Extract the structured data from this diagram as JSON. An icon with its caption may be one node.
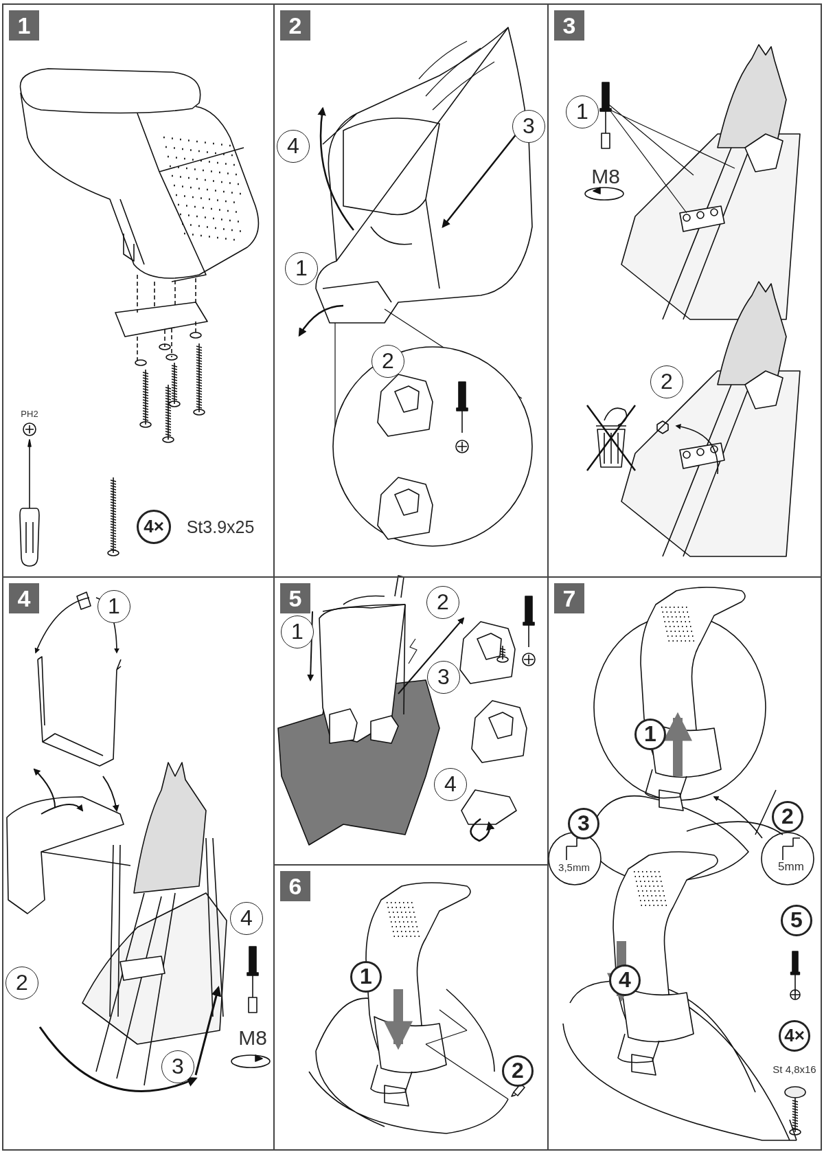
{
  "diagram": {
    "nodes": [
      {
        "text": [
          "1"
        ]
      },
      {
        "text": [
          "4×"
        ],
        "in": 0
      },
      {
        "text": [
          "2"
        ]
      },
      {
        "text": [
          "1"
        ],
        "in": 2
      },
      {
        "text": [
          "2"
        ],
        "in": 2
      },
      {
        "text": [
          "3"
        ],
        "in": 2
      },
      {
        "text": [
          "4"
        ],
        "in": 2
      },
      {
        "text": [
          "3"
        ]
      },
      {
        "text": [
          "1"
        ],
        "in": 7
      },
      {
        "text": [
          "2"
        ],
        "in": 7
      },
      {
        "text": [
          "4"
        ]
      },
      {
        "text": [
          "1"
        ],
        "in": 10
      },
      {
        "text": [
          "2"
        ],
        "in": 10
      },
      {
        "text": [
          "3"
        ],
        "in": 10
      },
      {
        "text": [
          "4"
        ],
        "in": 10
      },
      {
        "text": [
          "5"
        ]
      },
      {
        "text": [
          "1"
        ],
        "in": 15
      },
      {
        "text": [
          "2"
        ],
        "in": 15
      },
      {
        "text": [
          "3"
        ],
        "in": 15
      },
      {
        "text": [
          "4"
        ],
        "in": 15
      },
      {
        "text": [
          "7"
        ]
      },
      {
        "text": [
          "1"
        ],
        "in": 20
      },
      {
        "text": [
          "2"
        ],
        "in": 20
      },
      {
        "text": [
          "3"
        ],
        "in": 20
      },
      {
        "text": [
          "4"
        ],
        "in": 20
      },
      {
        "text": [
          "5"
        ],
        "in": 20
      },
      {
        "text": [
          "4×"
        ],
        "in": 20
      },
      {
        "text": [
          "6"
        ]
      },
      {
        "text": [
          "1"
        ],
        "in": 27
      },
      {
        "text": [
          "2"
        ],
        "in": 27
      }
    ],
    "labels": [
      "PH2",
      "St3.9x25",
      "M8",
      "M8",
      "3,5mm",
      "5mm",
      "St 4,8x16"
    ]
  }
}
